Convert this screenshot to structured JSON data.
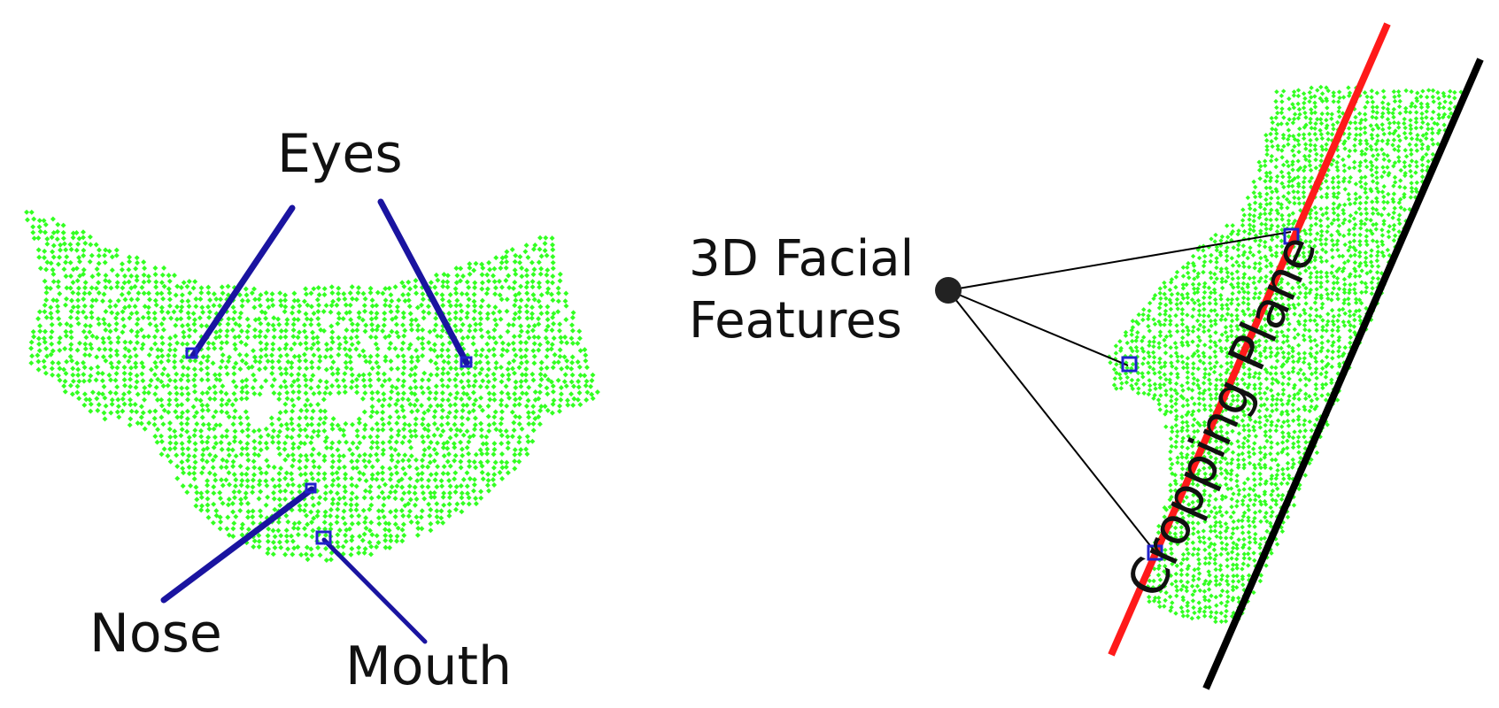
{
  "labels": {
    "eyes": "Eyes",
    "nose": "Nose",
    "mouth": "Mouth",
    "features_line1": "3D Facial",
    "features_line2": "Features",
    "cropping_plane": "Cropping Plane"
  },
  "colors": {
    "point_cloud": "#33ff22",
    "leader_lines": "#1a14a0",
    "landmark_markers": "#2222cc",
    "cropping_line_front": "#ff1a1a",
    "cropping_line_back": "#000000",
    "connector_lines": "#000000",
    "hub_dot": "#222222"
  }
}
